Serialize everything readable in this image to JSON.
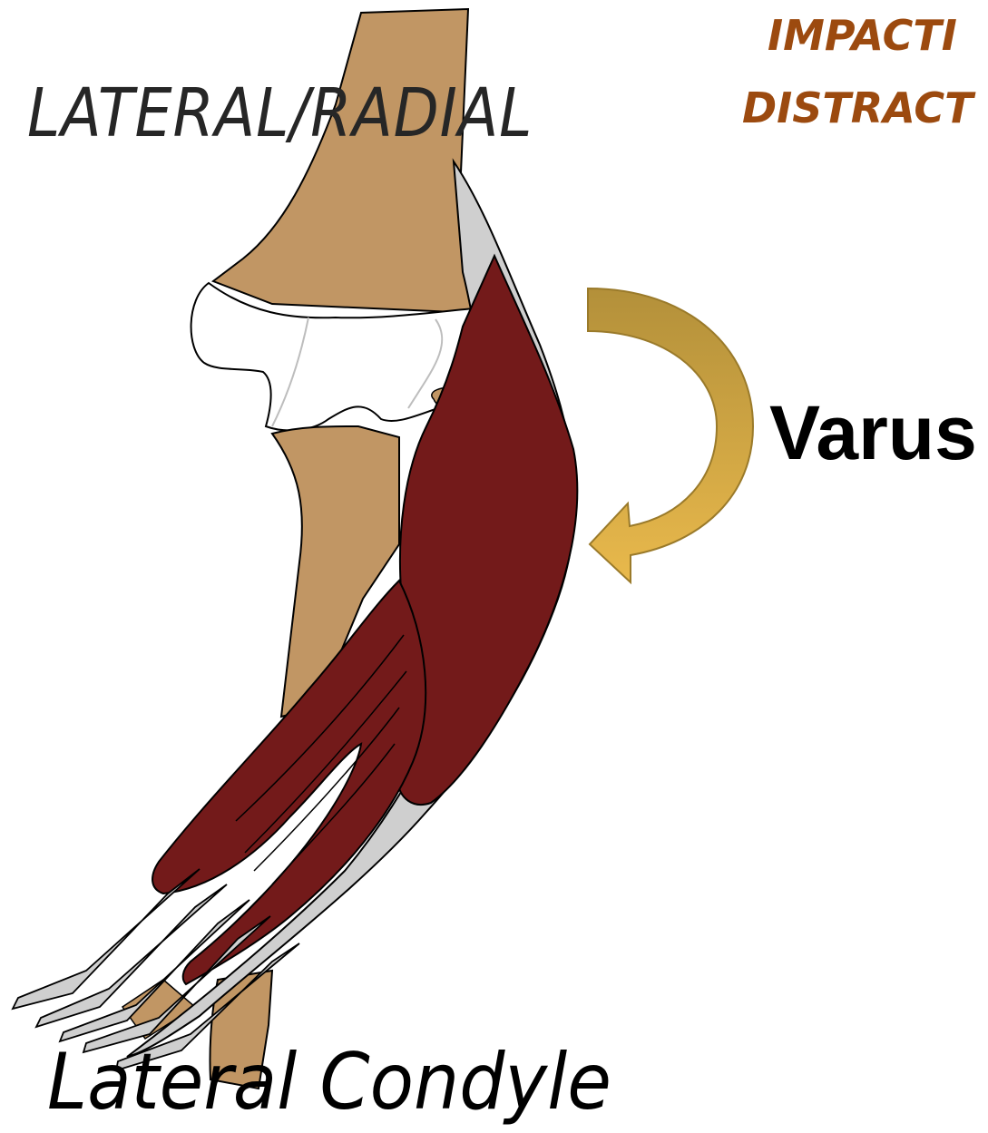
{
  "labels": {
    "side_title": "LATERAL/RADIAL",
    "force_line_1": "IMPACTI",
    "force_line_2": "DISTRACT",
    "motion": "Varus",
    "structure": "Lateral Condyle"
  },
  "colors": {
    "bone": "#c19664",
    "cartilage": "#ffffff",
    "muscle": "#731a1a",
    "tendon": "#cccccc",
    "arrow_top": "#b3903a",
    "arrow_bottom": "#e9b94c",
    "force_text": "#9c4a0f"
  }
}
